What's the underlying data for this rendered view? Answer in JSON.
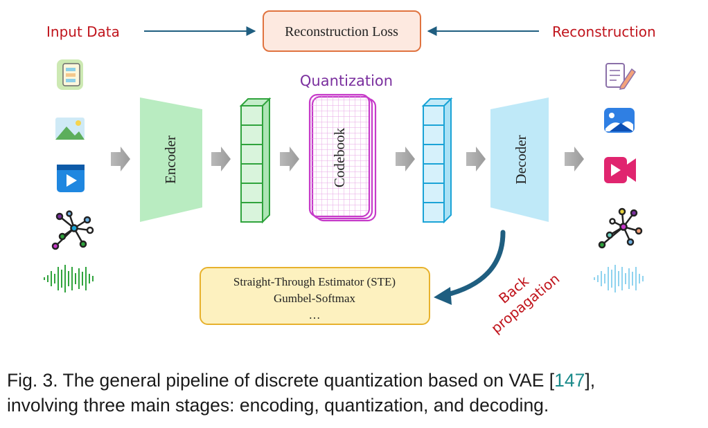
{
  "labels": {
    "input_data": "Input Data",
    "reconstruction_loss": "Reconstruction Loss",
    "reconstruction": "Reconstruction",
    "quantization": "Quantization",
    "encoder": "Encoder",
    "codebook": "Codebook",
    "decoder": "Decoder",
    "back": "Back",
    "propagation": "propagation"
  },
  "methods": [
    "Straight-Through Estimator (STE)",
    "Gumbel-Softmax",
    "…"
  ],
  "inputs": [
    "document-icon",
    "image-icon",
    "video-icon",
    "graph-icon",
    "audio-waveform-icon"
  ],
  "outputs": [
    "document-edit-icon",
    "image-icon",
    "video-icon",
    "graph-icon",
    "audio-waveform-icon"
  ],
  "caption": {
    "line1_prefix": "Fig. 3. The general pipeline of discrete quantization based on VAE [",
    "ref": "147",
    "line1_suffix": "],",
    "line2": "involving three main stages: encoding, quantization, and decoding."
  },
  "colors": {
    "label_red": "#c0141c",
    "quantization_purple": "#7a2f9e",
    "encoder_green": "#b9ecc1",
    "latent_green": "#2fa33c",
    "codebook_magenta": "#c63ac9",
    "latent_blue": "#1aa3d6",
    "decoder_blue": "#bfe9f8",
    "arrow_navy": "#1f5e80",
    "loss_box_fill": "#fde9e0",
    "loss_box_border": "#e0733f",
    "method_box_fill": "#fdf1bf",
    "method_box_border": "#e7b12c",
    "citation_teal": "#1a8a8a"
  }
}
